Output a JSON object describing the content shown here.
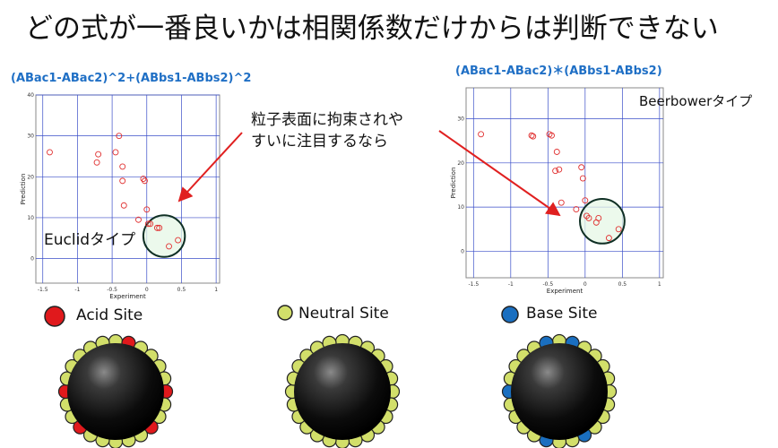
{
  "slide": {
    "title": "どの式が一番良いかは相関係数だけからは判断できない",
    "callout_lines": [
      "粒子表面に拘束されや",
      "すいに注目するなら"
    ],
    "euclid_label": "Euclidタイプ",
    "beerbower_label": "Beerbowerタイプ"
  },
  "colors": {
    "acid": "#e0191c",
    "neutral": "#d2df6a",
    "base": "#1a6fc0",
    "chart_title": "#1f6fc5",
    "marker": "#e03030",
    "circle_fill": "#e6f7e6",
    "arrow": "#e02020"
  },
  "sites": [
    {
      "label": "Acid Site",
      "color": "#e0191c"
    },
    {
      "label": "Neutral Site",
      "color": "#d2df6a"
    },
    {
      "label": "Base Site",
      "color": "#1a6fc0"
    }
  ],
  "chart_data": [
    {
      "type": "scatter",
      "title": "(ABac1-ABac2)^2+(ABbs1-ABbs2)^2",
      "xlabel": "Experiment",
      "ylabel": "Prediction",
      "xlim": [
        -1.6,
        1.05
      ],
      "ylim": [
        -6,
        40
      ],
      "xticks": [
        -1.5,
        -1,
        -0.5,
        0,
        0.5,
        1
      ],
      "xticklabels": [
        "-1.5",
        "-1",
        "-0.5",
        "0",
        "0.5",
        "1"
      ],
      "yticks": [
        0,
        10,
        20,
        30,
        40
      ],
      "yticklabels": [
        "0",
        "10",
        "20",
        "30",
        "40"
      ],
      "grid": true,
      "x": [
        -1.4,
        -0.72,
        -0.7,
        -0.45,
        -0.4,
        -0.35,
        -0.35,
        -0.33,
        -0.05,
        -0.03,
        0.0,
        -0.12,
        0.02,
        0.05,
        0.15,
        0.18,
        0.32,
        0.45
      ],
      "y": [
        26,
        23.5,
        25.5,
        26,
        30,
        22.5,
        19,
        13,
        19.5,
        19,
        12,
        9.5,
        8.5,
        8.5,
        7.5,
        7.5,
        3,
        4.5
      ],
      "highlight": {
        "x": 0.25,
        "y": 5.5,
        "r": 0.3
      }
    },
    {
      "type": "scatter",
      "title": "(ABac1-ABac2)＊(ABbs1-ABbs2)",
      "xlabel": "Experiment",
      "ylabel": "Prediction",
      "xlim": [
        -1.6,
        1.05
      ],
      "ylim": [
        -6,
        37
      ],
      "xticks": [
        -1.5,
        -1,
        -0.5,
        0,
        0.5,
        1
      ],
      "xticklabels": [
        "-1.5",
        "-1",
        "-0.5",
        "0",
        "0.5",
        "1"
      ],
      "yticks": [
        0,
        10,
        20,
        30
      ],
      "yticklabels": [
        "0",
        "10",
        "20",
        "30"
      ],
      "grid": true,
      "x": [
        -1.4,
        -0.72,
        -0.7,
        -0.48,
        -0.45,
        -0.38,
        -0.4,
        -0.35,
        -0.32,
        -0.05,
        -0.03,
        0.0,
        -0.12,
        0.02,
        0.05,
        0.15,
        0.18,
        0.32,
        0.45
      ],
      "y": [
        26.5,
        26.2,
        26,
        26.5,
        26.2,
        22.5,
        18.2,
        18.5,
        11,
        19,
        16.5,
        11.5,
        9.5,
        8,
        7.5,
        6.5,
        7.5,
        3,
        5
      ],
      "highlight": {
        "x": 0.23,
        "y": 6.8,
        "r": 0.3
      }
    }
  ]
}
